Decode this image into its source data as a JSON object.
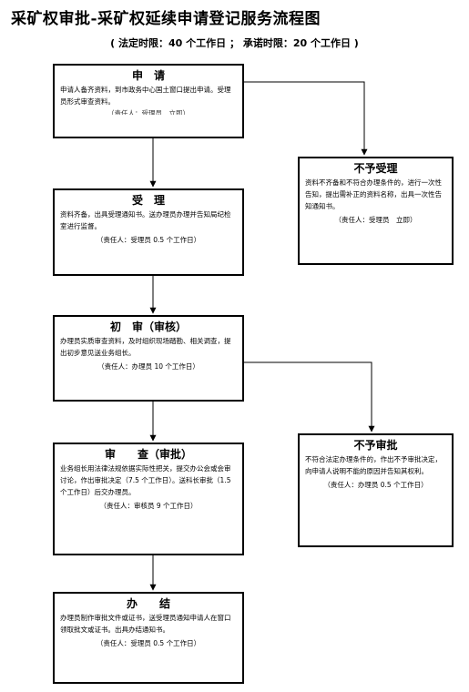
{
  "title": "采矿权审批-采矿权延续申请登记服务流程图",
  "subtitle": "( 法定时限：40 个工作日 ； 承诺时限：20 个工作日 )",
  "steps": {
    "apply": {
      "title": "申　请",
      "body": "申请人备齐资料，到市政务中心国土窗口提出申请。受理员形式审查资料。",
      "resp": "（责任人：受理员　立即）"
    },
    "accept": {
      "title": "受　理",
      "body": "资料齐备，出具受理通知书。送办理员办理并告知局纪检室进行监督。",
      "resp": "（责任人：受理员 0.5 个工作日）"
    },
    "reject_accept": {
      "title": "不予受理",
      "body": "资料不齐备和不符合办理条件的，进行一次性告知，提出需补正的资料名称，出具一次性告知通知书。",
      "resp": "（责任人：受理员　立即）"
    },
    "first_review": {
      "title": "初　审（审核）",
      "body": "办理员实质审查资料，及时组织现场踏勘、相关调查，提出初步意见送业务组长。",
      "resp": "（责任人：办理员 10 个工作日）"
    },
    "review": {
      "title": "审　　查（审批）",
      "body": "业务组长用法律法规依据实际性把关，提交办公会或会审讨论，作出审批决定（7.5 个工作日）。送科长审批（1.5 个工作日）后交办理员。",
      "resp": "（责任人：审核员 9 个工作日）"
    },
    "reject_approve": {
      "title": "不予审批",
      "body": "不符合法定办理条件的，作出不予审批决定，向申请人说明不能的原因并告知其权利。",
      "resp": "（责任人：办理员 0.5 个工作日）"
    },
    "complete": {
      "title": "办　　结",
      "body": "办理员制作审批文件或证书，送受理员通知申请人在窗口领取批文或证书。出具办结通知书。",
      "resp": "（责任人：受理员 0.5 个工作日）"
    }
  }
}
